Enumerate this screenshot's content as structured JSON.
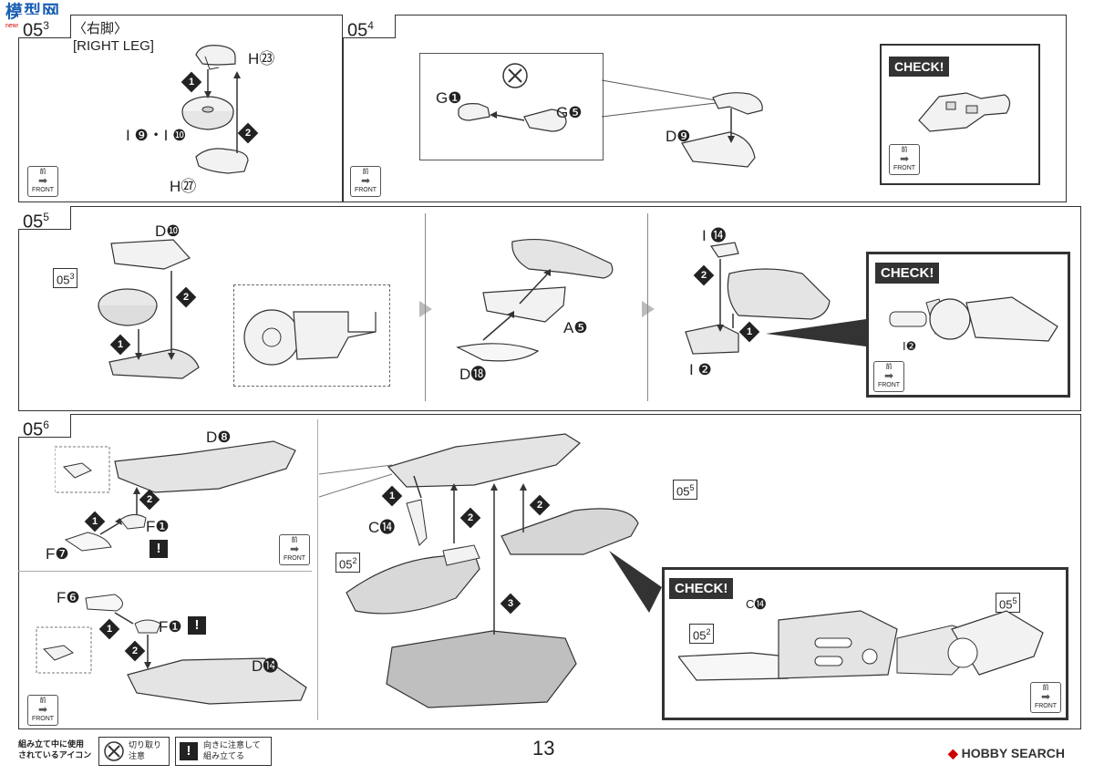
{
  "logo": {
    "text": "模型网",
    "sub": "news.hobby-cn.com"
  },
  "steps": {
    "s3": {
      "num": "05",
      "sub": "3"
    },
    "s4": {
      "num": "05",
      "sub": "4"
    },
    "s5": {
      "num": "05",
      "sub": "5"
    },
    "s6": {
      "num": "05",
      "sub": "6"
    }
  },
  "panel3": {
    "title_jp": "〈右脚〉",
    "title_en": "[RIGHT LEG]",
    "l_h23": "H㉓",
    "l_i9i10": "I ❾・I ❿",
    "l_h27": "H㉗"
  },
  "panel4": {
    "l_g1": "G❶",
    "l_g5": "G❺",
    "l_d9": "D❾"
  },
  "panel5": {
    "l_d10": "D❿",
    "l_a5": "A❺",
    "l_d18": "D⓲",
    "l_i14": "I ⓮",
    "l_i2": "I ❷",
    "l_i2b": "I❷",
    "ref053": "05",
    "ref053sup": "3"
  },
  "panel6": {
    "l_d8": "D❽",
    "l_f1": "F❶",
    "l_f7": "F❼",
    "l_f6": "F❻",
    "l_f1b": "F❶",
    "l_d14": "D⓮",
    "l_c14": "C⓮",
    "l_c14b": "C⓮",
    "ref052": "05",
    "ref052sup": "2",
    "ref055": "05",
    "ref055sup": "5"
  },
  "front": {
    "jp": "前",
    "en": "FRONT"
  },
  "check": "CHECK!",
  "nums": {
    "n1": "1",
    "n2": "2",
    "n3": "3"
  },
  "footer": {
    "icons_label": "組み立て中に使用\nされているアイコン",
    "cut_label": "切り取り\n注意",
    "dir_label": "向きに注意して\n組み立てる",
    "page": "13",
    "brand": "HOBBY SEARCH"
  },
  "colors": {
    "line": "#333333",
    "fill": "#f2f2f2",
    "brand": "#cc0000"
  }
}
